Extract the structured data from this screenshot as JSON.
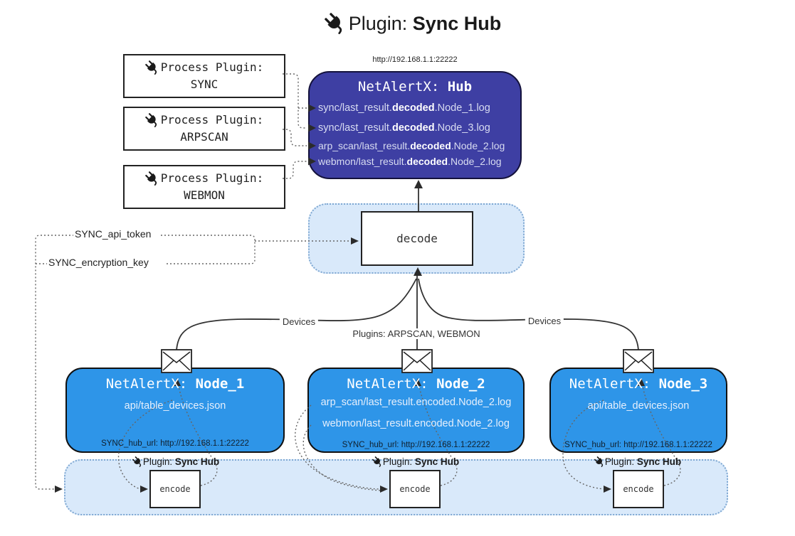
{
  "title": {
    "prefix": "Plugin:",
    "name": "Sync Hub"
  },
  "process_plugins": [
    {
      "label": "Process Plugin:",
      "name": "SYNC"
    },
    {
      "label": "Process Plugin:",
      "name": "ARPSCAN"
    },
    {
      "label": "Process Plugin:",
      "name": "WEBMON"
    }
  ],
  "hub": {
    "url": "http://192.168.1.1:22222",
    "title_prefix": "NetAlertX: ",
    "title_name": "Hub",
    "files": [
      {
        "pre": "sync/last_result.",
        "bold": "decoded",
        "post": ".Node_1.log"
      },
      {
        "pre": "sync/last_result.",
        "bold": "decoded",
        "post": ".Node_3.log"
      },
      {
        "pre": "arp_scan/last_result.",
        "bold": "decoded",
        "post": ".Node_2.log"
      },
      {
        "pre": "webmon/last_result.",
        "bold": "decoded",
        "post": ".Node_2.log"
      }
    ]
  },
  "decode": {
    "label": "decode"
  },
  "config": {
    "api_token_label": "SYNC_api_token",
    "encryption_key_label": "SYNC_encryption_key"
  },
  "edges": {
    "devices_left": "Devices",
    "plugins_middle": "Plugins: ARPSCAN, WEBMON",
    "devices_right": "Devices"
  },
  "nodes": [
    {
      "title_prefix": "NetAlertX: ",
      "title_name": "Node_1",
      "files": [
        "api/table_devices.json"
      ],
      "hub_url": "SYNC_hub_url: http://192.168.1.1:22222"
    },
    {
      "title_prefix": "NetAlertX: ",
      "title_name": "Node_2",
      "files": [
        "arp_scan/last_result.encoded.Node_2.log",
        "webmon/last_result.encoded.Node_2.log"
      ],
      "hub_url": "SYNC_hub_url: http://192.168.1.1:22222"
    },
    {
      "title_prefix": "NetAlertX: ",
      "title_name": "Node_3",
      "files": [
        "api/table_devices.json"
      ],
      "hub_url": "SYNC_hub_url: http://192.168.1.1:22222"
    }
  ],
  "encoders": [
    {
      "plugin_prefix": "Plugin: ",
      "plugin_name": "Sync Hub",
      "label": "encode"
    },
    {
      "plugin_prefix": "Plugin: ",
      "plugin_name": "Sync Hub",
      "label": "encode"
    },
    {
      "plugin_prefix": "Plugin: ",
      "plugin_name": "Sync Hub",
      "label": "encode"
    }
  ],
  "colors": {
    "hub_bg": "#3e3fa3",
    "node_bg": "#2e95e8",
    "band_bg": "#d9e9fa",
    "band_border": "#7fa8d2"
  }
}
